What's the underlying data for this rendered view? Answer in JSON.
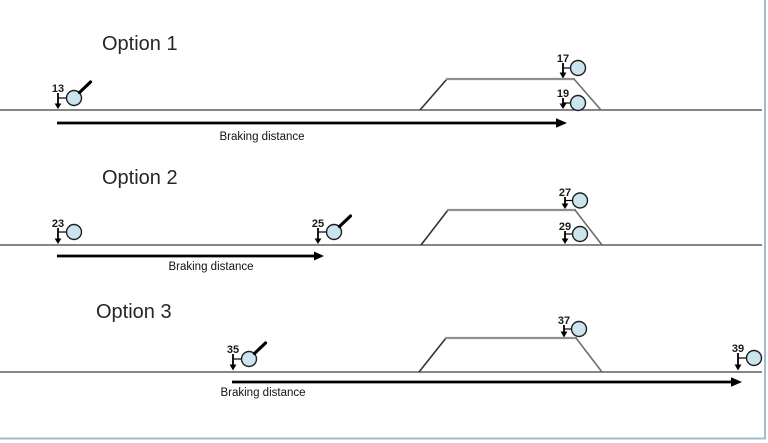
{
  "diagram": {
    "options": [
      {
        "title": "Option 1",
        "braking_label": "Braking distance",
        "signals": [
          {
            "id": "13",
            "has_feather": true
          },
          {
            "id": "17",
            "has_feather": false
          },
          {
            "id": "19",
            "has_feather": false
          }
        ]
      },
      {
        "title": "Option 2",
        "braking_label": "Braking distance",
        "signals": [
          {
            "id": "23",
            "has_feather": false
          },
          {
            "id": "25",
            "has_feather": true
          },
          {
            "id": "27",
            "has_feather": false
          },
          {
            "id": "29",
            "has_feather": false
          }
        ]
      },
      {
        "title": "Option 3",
        "braking_label": "Braking distance",
        "signals": [
          {
            "id": "35",
            "has_feather": true
          },
          {
            "id": "37",
            "has_feather": false
          },
          {
            "id": "39",
            "has_feather": false
          }
        ]
      }
    ],
    "colors": {
      "signal_head_fill": "#cbe5ef",
      "signal_head_stroke": "#1f1f1f",
      "track": "#3d3d3d",
      "loop_top": "#8f8f8f",
      "arrow": "#000000",
      "page_edge": "#9fbdd0"
    }
  }
}
